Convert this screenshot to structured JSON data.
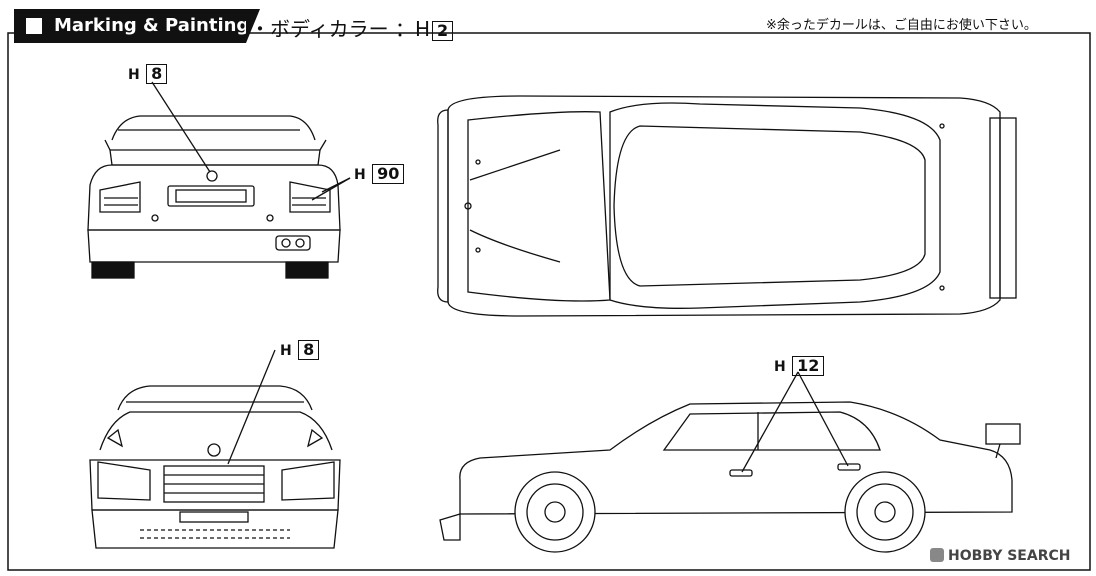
{
  "header": {
    "title": "Marking & Painting",
    "body_color_label": "・ボディカラー ：H",
    "body_color_number": "2",
    "note": "※余ったデカールは、ご自由にお使い下さい。"
  },
  "callouts": [
    {
      "id": "rear-emblem",
      "prefix": "H",
      "number": "8"
    },
    {
      "id": "rear-lights",
      "prefix": "H",
      "number": "90"
    },
    {
      "id": "front-emblem",
      "prefix": "H",
      "number": "8"
    },
    {
      "id": "door-handles",
      "prefix": "H",
      "number": "12"
    }
  ],
  "watermark": {
    "text": "HOBBY SEARCH"
  },
  "colors": {
    "ink": "#111111",
    "paper": "#ffffff"
  }
}
